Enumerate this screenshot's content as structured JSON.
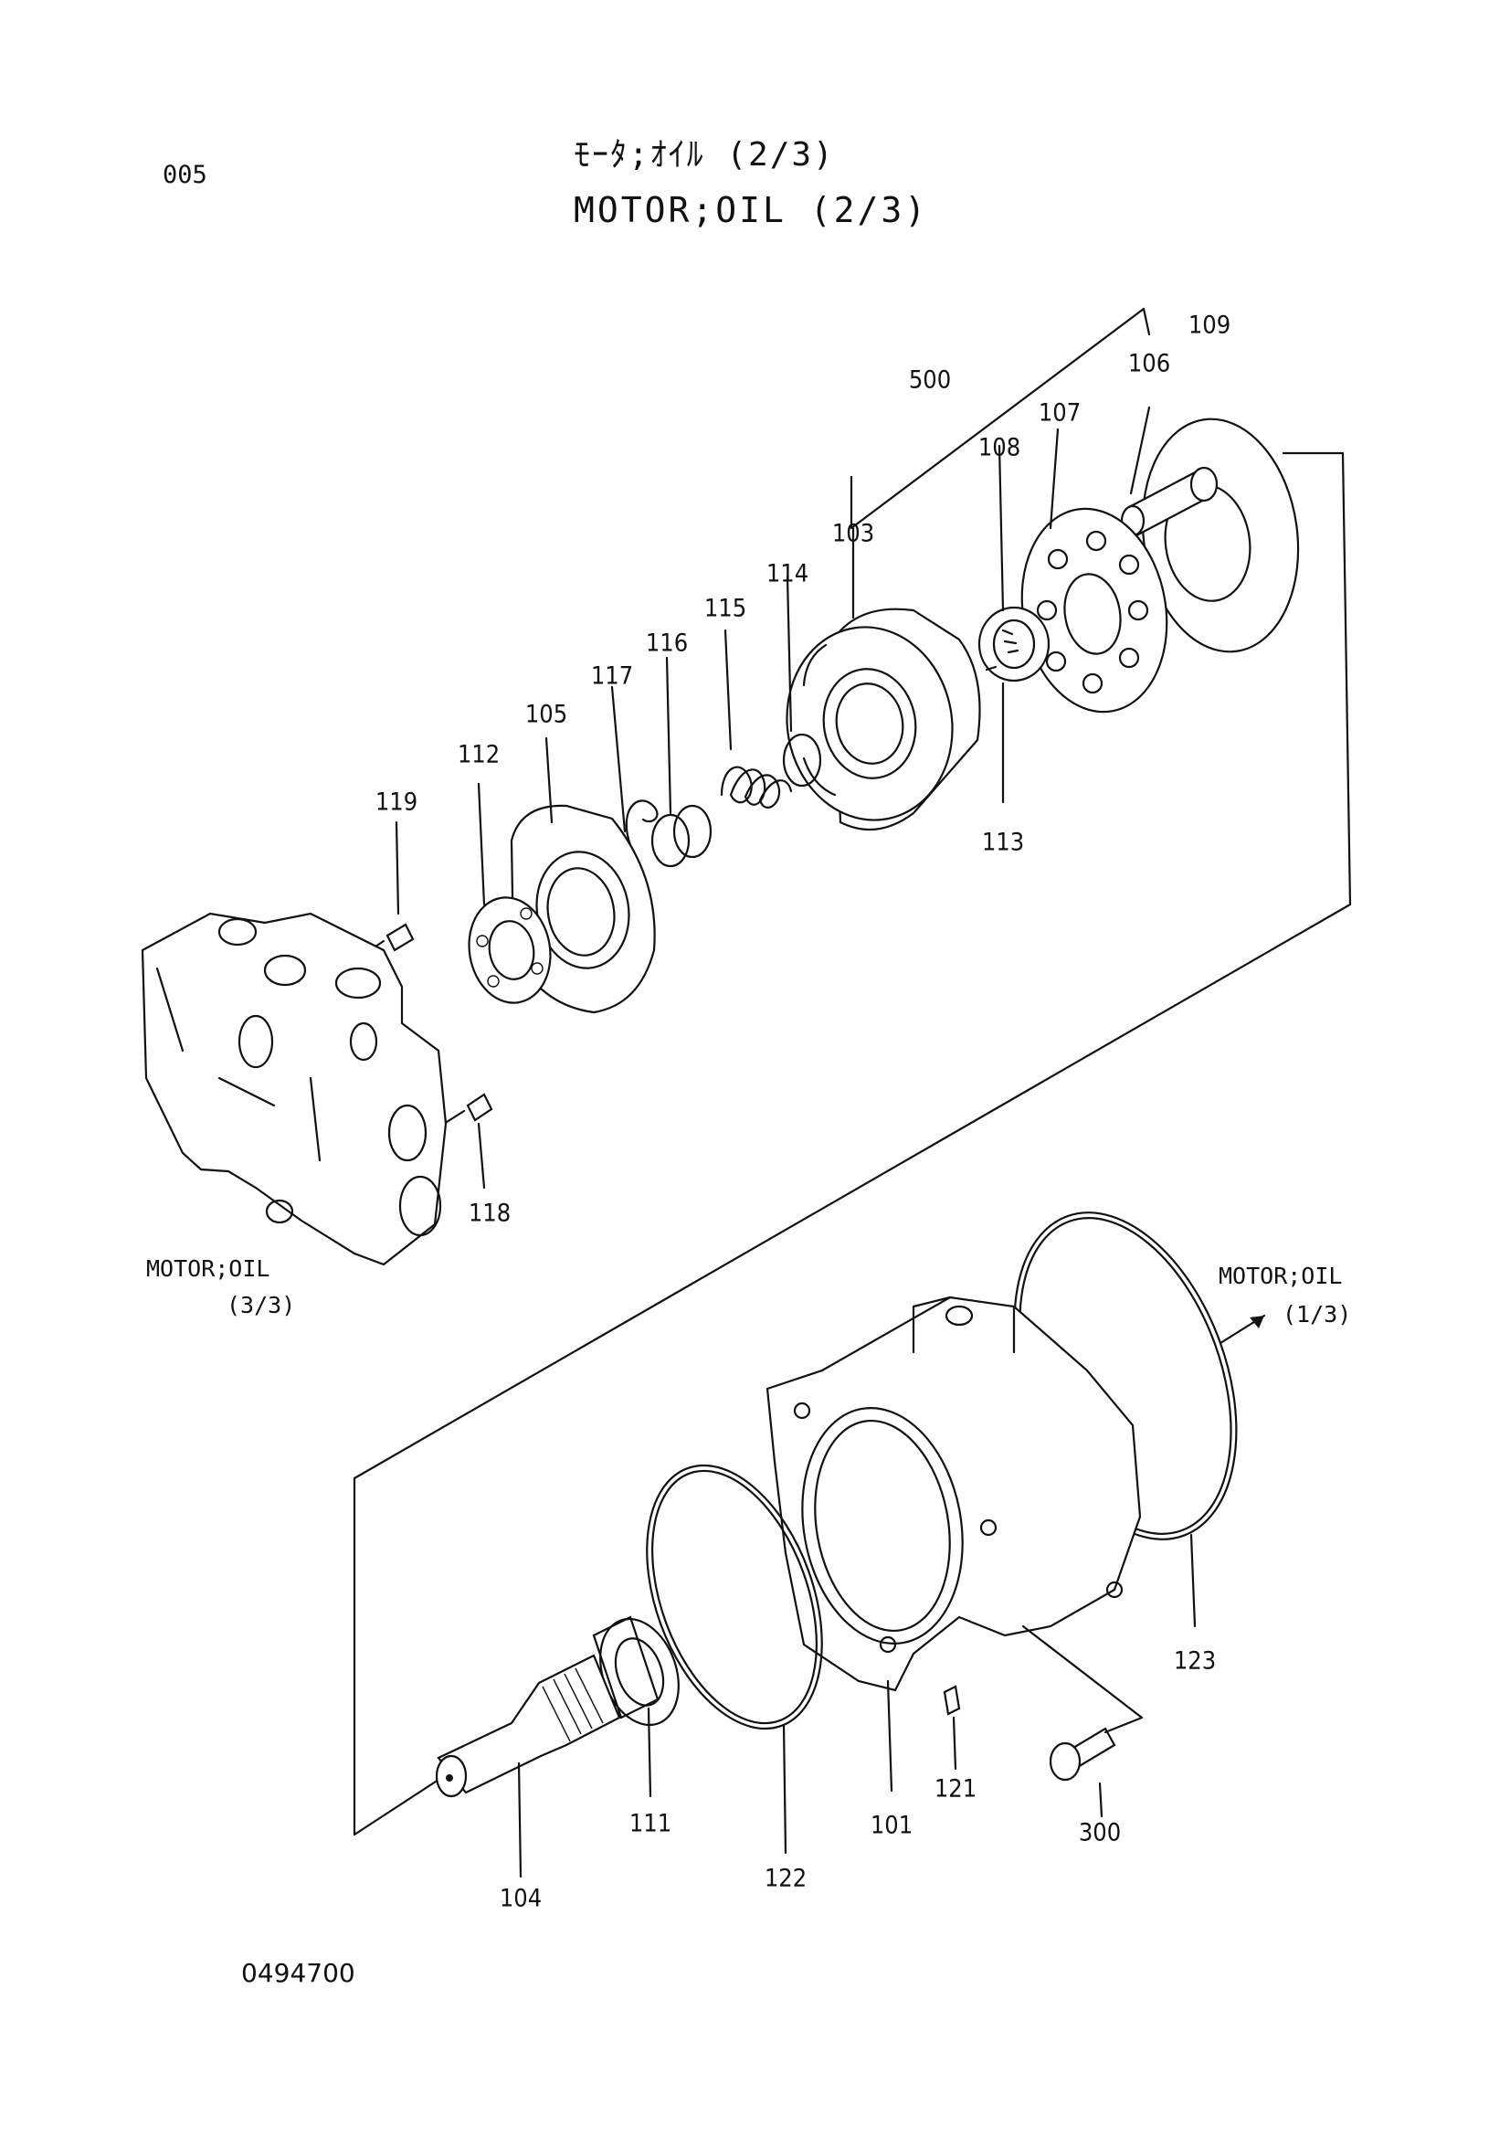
{
  "header": {
    "page_code": "005",
    "title_jp": "ﾓｰﾀ;ｵｲﾙ (2/3)",
    "title_en": "MOTOR;OIL (2/3)"
  },
  "cross_refs": {
    "left_line1": "MOTOR;OIL",
    "left_line2": "(3/3)",
    "right_line1": "MOTOR;OIL",
    "right_line2": "(1/3)"
  },
  "callouts": [
    {
      "id": "c500",
      "label": "500"
    },
    {
      "id": "c106",
      "label": "106"
    },
    {
      "id": "c109",
      "label": "109"
    },
    {
      "id": "c107",
      "label": "107"
    },
    {
      "id": "c108",
      "label": "108"
    },
    {
      "id": "c103",
      "label": "103"
    },
    {
      "id": "c114",
      "label": "114"
    },
    {
      "id": "c115",
      "label": "115"
    },
    {
      "id": "c116",
      "label": "116"
    },
    {
      "id": "c117",
      "label": "117"
    },
    {
      "id": "c105",
      "label": "105"
    },
    {
      "id": "c112",
      "label": "112"
    },
    {
      "id": "c119",
      "label": "119"
    },
    {
      "id": "c113",
      "label": "113"
    },
    {
      "id": "c118",
      "label": "118"
    },
    {
      "id": "c123",
      "label": "123"
    },
    {
      "id": "c121",
      "label": "121"
    },
    {
      "id": "c300",
      "label": "300"
    },
    {
      "id": "c101",
      "label": "101"
    },
    {
      "id": "c111",
      "label": "111"
    },
    {
      "id": "c122",
      "label": "122"
    },
    {
      "id": "c104",
      "label": "104"
    }
  ],
  "footer": {
    "drawing_number": "0494700"
  }
}
